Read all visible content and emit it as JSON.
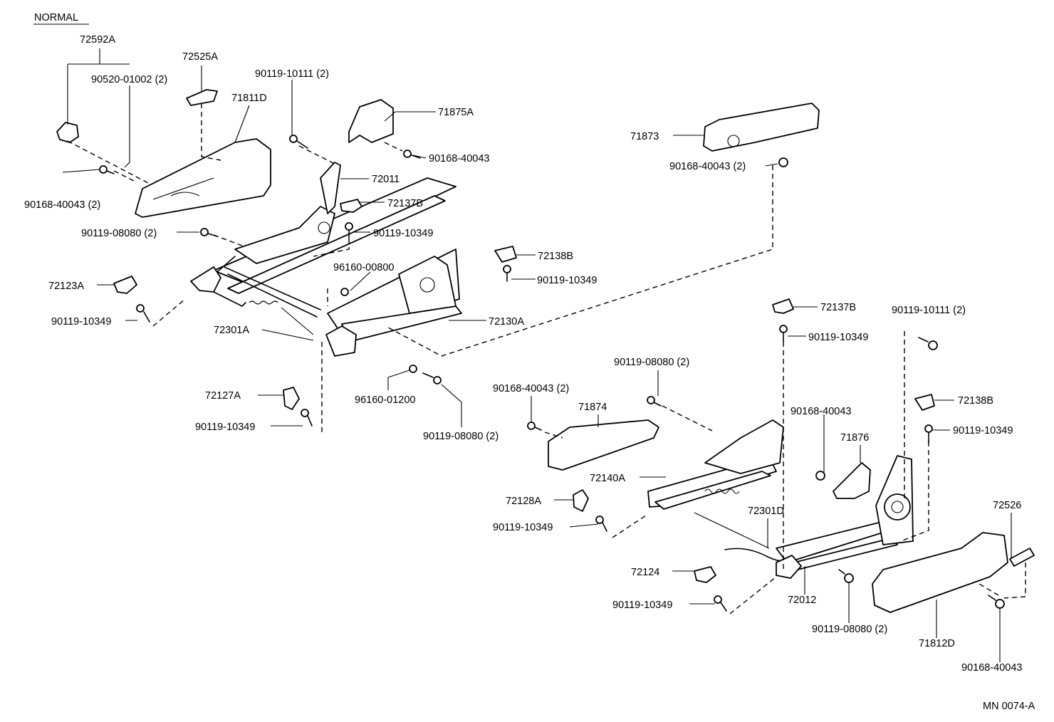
{
  "header": {
    "variant_label": "NORMAL"
  },
  "footer": {
    "diagram_code": "MN 0074-A"
  },
  "labels": [
    "72592A",
    "90520-01002 (2)",
    "72525A",
    "71811D",
    "90119-10111 (2)",
    "71875A",
    "90168-40043",
    "71873",
    "90168-40043 (2)",
    "72011",
    "90168-40043 (2)",
    "72137B",
    "90119-08080 (2)",
    "90119-10349",
    "72138B",
    "96160-00800",
    "90119-10349",
    "72123A",
    "90119-10349",
    "72130A",
    "72301A",
    "72137B",
    "90119-10111 (2)",
    "90119-10349",
    "90119-08080 (2)",
    "96160-01200",
    "72127A",
    "90119-10349",
    "90119-08080 (2)",
    "90168-40043 (2)",
    "71874",
    "90168-40043",
    "72138B",
    "71876",
    "90119-10349",
    "72140A",
    "72128A",
    "72301D",
    "72526",
    "90119-10349",
    "72124",
    "72012",
    "90119-10349",
    "90119-08080 (2)",
    "71812D",
    "90168-40043"
  ]
}
